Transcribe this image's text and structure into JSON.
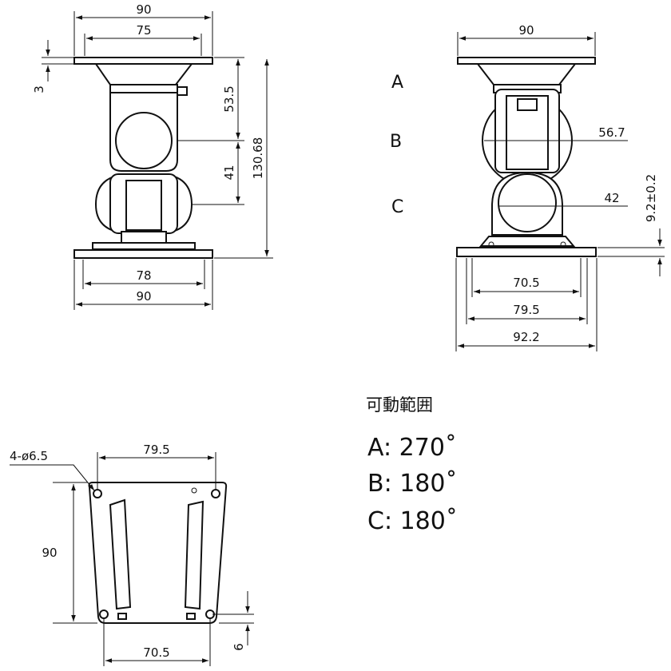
{
  "front_view": {
    "top_width": "90",
    "top_inner": "75",
    "plate_thickness": "3",
    "height_upper": "53.5",
    "height_lower": "41",
    "total_height": "130.68",
    "base_inner": "78",
    "base_width": "90"
  },
  "side_view": {
    "top_width": "90",
    "width_b": "56.7",
    "width_c": "42",
    "base_height": "9.2±0.2",
    "holes_span": "70.5",
    "inner_span": "79.5",
    "base_width": "92.2",
    "label_a": "A",
    "label_b": "B",
    "label_c": "C"
  },
  "bottom_view": {
    "hole_callout": "4-ø6.5",
    "top_hole_span": "79.5",
    "height": "90",
    "bottom_hole_span": "70.5",
    "edge_offset": "6"
  },
  "rotation_table": {
    "title": "可動範囲",
    "rows": [
      "A: 270˚",
      "B: 180˚",
      "C: 180˚"
    ]
  }
}
